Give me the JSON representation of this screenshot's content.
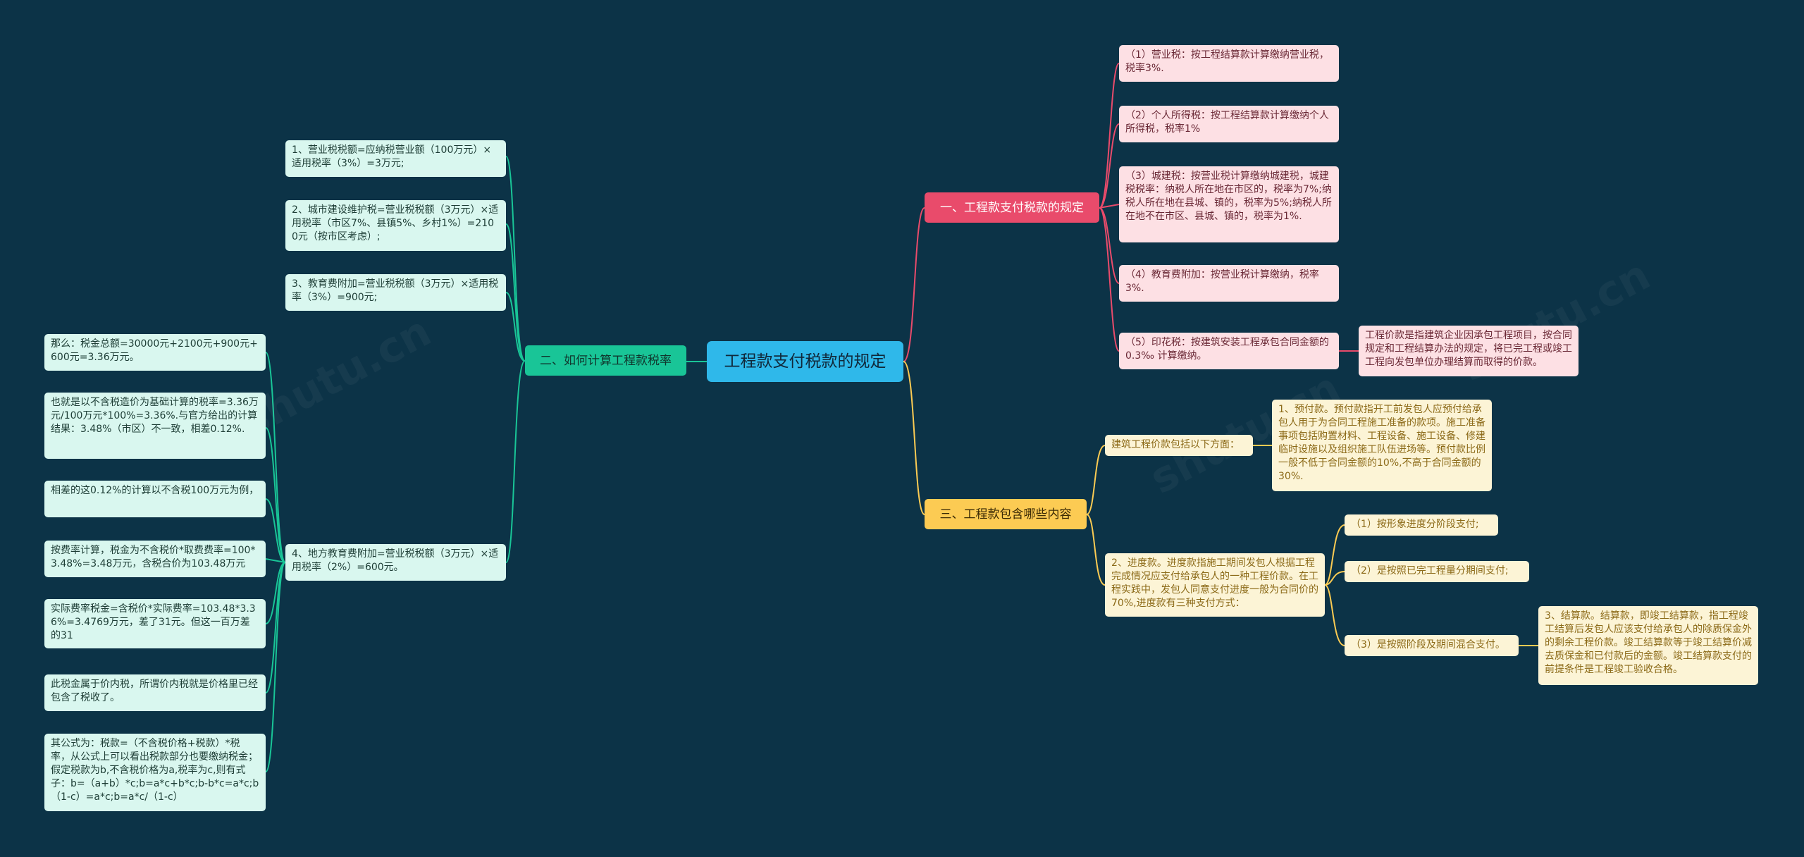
{
  "root": {
    "label": "工程款支付税款的规定"
  },
  "branches": {
    "red": {
      "label": "一、工程款支付税款的规定",
      "items": [
        "（1）营业税：按工程结算款计算缴纳营业税，税率3%.",
        "（2）个人所得税：按工程结算款计算缴纳个人所得税，税率1%",
        "（3）城建税：按营业税计算缴纳城建税，城建税税率：纳税人所在地在市区的，税率为7%;纳税人所在地在县城、镇的，税率为5%;纳税人所在地不在市区、县城、镇的，税率为1%.",
        "（4）教育费附加：按营业税计算缴纳，税率3%.",
        "（5）印花税：按建筑安装工程承包合同金额的 0.3‰ 计算缴纳。"
      ],
      "note": "工程价款是指建筑企业因承包工程项目，按合同规定和工程结算办法的规定，将已完工程或竣工工程向发包单位办理结算而取得的价款。"
    },
    "green": {
      "label": "二、如何计算工程款税率",
      "items": [
        "1、营业税税额=应纳税营业额（100万元）×适用税率（3%）=3万元;",
        "2、城市建设维护税=营业税税额（3万元）×适用税率（市区7%、县镇5%、乡村1%）=2100元（按市区考虑）;",
        "3、教育费附加=营业税税额（3万元）×适用税率（3%）=900元;",
        "4、地方教育费附加=营业税税额（3万元）×适用税率（2%）=600元。"
      ],
      "sub": [
        "那么：税金总额=30000元+2100元+900元+600元=3.36万元。",
        "也就是以不含税造价为基础计算的税率=3.36万元/100万元*100%=3.36%.与官方给出的计算结果：3.48%（市区）不一致，相差0.12%.",
        "相差的这0.12%的计算以不含税100万元为例，",
        "按费率计算，税金为不含税价*取费费率=100*3.48%=3.48万元，含税合价为103.48万元",
        "实际费率税金=含税价*实际费率=103.48*3.36%=3.4769万元，差了31元。但这一百万差的31",
        "此税金属于价内税，所谓价内税就是价格里已经包含了税收了。",
        "其公式为：税款=（不含税价格+税款）*税率，从公式上可以看出税款部分也要缴纳税金；假定税款为b,不含税价格为a,税率为c,则有式子：b=（a+b）*c;b=a*c+b*c;b-b*c=a*c;b（1-c）=a*c;b=a*c/（1-c）"
      ]
    },
    "yellow": {
      "label": "三、工程款包含哪些内容",
      "intro": "建筑工程价款包括以下方面：",
      "advance": "1、预付款。预付款指开工前发包人应预付给承包人用于为合同工程施工准备的款项。施工准备事项包括购置材料、工程设备、施工设备、修建临时设施以及组织施工队伍进场等。预付款比例一般不低于合同金额的10%,不高于合同金额的30%.",
      "progress": "2、进度款。进度款指施工期间发包人根据工程完成情况应支付给承包人的一种工程价款。在工程实践中，发包人同意支付进度一般为合同价的70%,进度款有三种支付方式：",
      "modes": [
        "（1）按形象进度分阶段支付;",
        "（2）是按照已完工程量分期间支付;",
        "（3）是按照阶段及期间混合支付。"
      ],
      "settlement": "3、结算款。结算款，即竣工结算款，指工程竣工结算后发包人应该支付给承包人的除质保金外的剩余工程价款。竣工结算款等于竣工结算价减去质保金和已付款后的金额。竣工结算款支付的前提条件是工程竣工验收合格。"
    }
  },
  "colors": {
    "background": "#0c3347",
    "root": "#2fb8ea",
    "red": "#e94b6b",
    "green": "#19c597",
    "yellow": "#fccb53"
  }
}
